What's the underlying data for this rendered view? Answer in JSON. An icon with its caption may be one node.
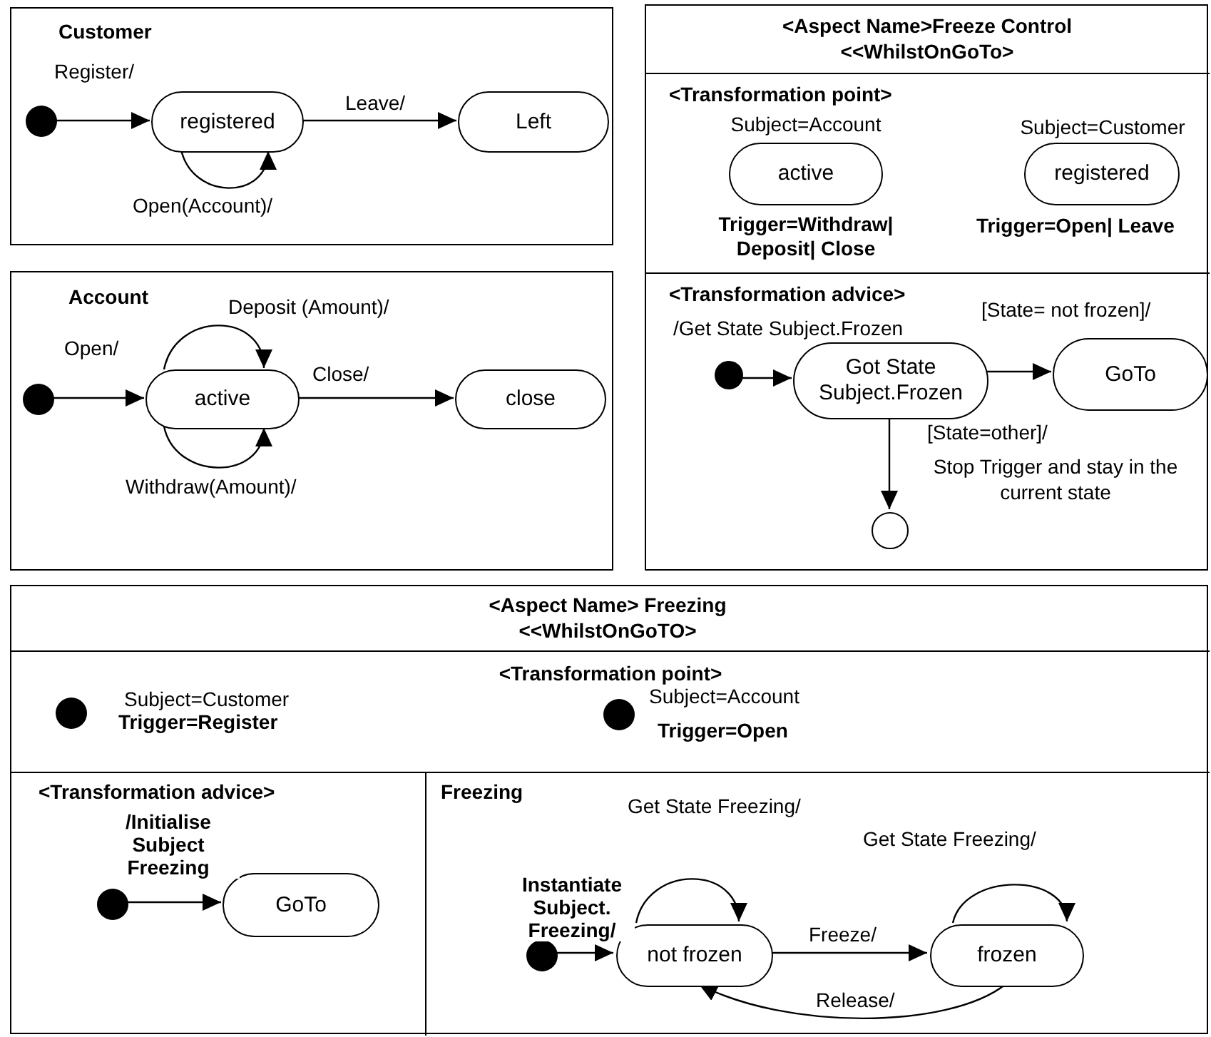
{
  "diagram": {
    "nodes": [
      {
        "text": [
          "Customer"
        ]
      },
      {
        "text": [],
        "shape": "dot",
        "in": 0
      },
      {
        "text": [
          "registered"
        ],
        "in": 0
      },
      {
        "text": [
          "Left"
        ],
        "in": 0
      },
      {
        "text": [
          "Account"
        ]
      },
      {
        "text": [],
        "shape": "dot",
        "in": 4
      },
      {
        "text": [
          "active"
        ],
        "in": 4
      },
      {
        "text": [
          "close"
        ],
        "in": 4
      },
      {
        "text": [
          "<Aspect Name>Freeze Control <<WhilstOnGoTo>"
        ]
      },
      {
        "text": [
          "<Transformation point>"
        ],
        "in": 8
      },
      {
        "text": [
          "active"
        ],
        "in": 9,
        "beside": [
          "Subject=Account",
          "Trigger=Withdraw| Deposit| Close"
        ]
      },
      {
        "text": [
          "registered"
        ],
        "in": 9,
        "beside": [
          "Subject=Customer",
          "Trigger=Open| Leave"
        ]
      },
      {
        "text": [
          "<Transformation advice>"
        ],
        "in": 8
      },
      {
        "text": [],
        "shape": "dot",
        "in": 12
      },
      {
        "text": [
          "Got State Subject.Frozen"
        ],
        "in": 12
      },
      {
        "text": [
          "GoTo"
        ],
        "in": 12
      },
      {
        "text": [],
        "shape": "circle",
        "in": 12
      },
      {
        "text": [
          "<Aspect Name> Freezing <<WhilstOnGoTO>"
        ]
      },
      {
        "text": [
          "<Transformation point>"
        ],
        "in": 17
      },
      {
        "text": [],
        "shape": "dot",
        "in": 18,
        "beside": [
          "Subject=Customer",
          "Trigger=Register"
        ]
      },
      {
        "text": [],
        "shape": "dot",
        "in": 18,
        "beside": [
          "Subject=Account",
          "Trigger=Open"
        ]
      },
      {
        "text": [
          "<Transformation advice>"
        ],
        "in": 17
      },
      {
        "text": [],
        "shape": "dot",
        "in": 21
      },
      {
        "text": [
          "GoTo"
        ],
        "in": 21
      },
      {
        "text": [
          "Freezing"
        ],
        "in": 17
      },
      {
        "text": [],
        "shape": "dot",
        "in": 24
      },
      {
        "text": [
          "not frozen"
        ],
        "in": 24
      },
      {
        "text": [
          "frozen"
        ],
        "in": 24
      }
    ],
    "edges": [
      {
        "from": 1,
        "to": 2,
        "arrow": "to",
        "label": "Register/"
      },
      {
        "from": 2,
        "to": 3,
        "arrow": "to",
        "label": "Leave/"
      },
      {
        "from": 2,
        "to": 2,
        "arrow": "to",
        "label": "Open(Account)/"
      },
      {
        "from": 5,
        "to": 6,
        "arrow": "to",
        "label": "Open/"
      },
      {
        "from": 6,
        "to": 6,
        "arrow": "to",
        "label": "Deposit (Amount)/"
      },
      {
        "from": 6,
        "to": 6,
        "arrow": "to",
        "label": "Withdraw(Amount)/"
      },
      {
        "from": 6,
        "to": 7,
        "arrow": "to",
        "label": "Close/"
      },
      {
        "from": 13,
        "to": 14,
        "arrow": "to",
        "label": "/Get State Subject.Frozen"
      },
      {
        "from": 14,
        "to": 15,
        "arrow": "to",
        "label": "[State= not frozen]/"
      },
      {
        "from": 14,
        "to": 16,
        "arrow": "to",
        "label": "[State=other]/"
      },
      {
        "from": 22,
        "to": 23,
        "arrow": "to",
        "label": "/Initialise Subject Freezing"
      },
      {
        "from": 25,
        "to": 26,
        "arrow": "to",
        "label": "Instantiate Subject. Freezing/"
      },
      {
        "from": 26,
        "to": 26,
        "arrow": "to",
        "label": "Get State Freezing/"
      },
      {
        "from": 26,
        "to": 27,
        "arrow": "to",
        "label": "Freeze/"
      },
      {
        "from": 27,
        "to": 27,
        "arrow": "to",
        "label": "Get State Freezing/"
      },
      {
        "from": 27,
        "to": 26,
        "arrow": "to",
        "label": "Release/"
      }
    ],
    "labels": [
      "Stop Trigger and stay in the current state"
    ]
  }
}
